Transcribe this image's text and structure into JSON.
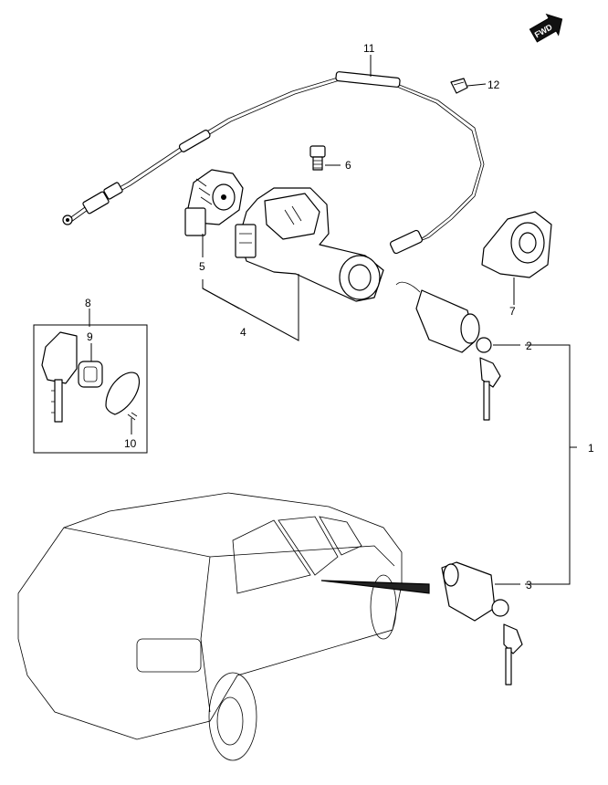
{
  "diagram": {
    "fwd_badge": "FWD",
    "callouts": [
      {
        "id": "1",
        "label": "1"
      },
      {
        "id": "2",
        "label": "2"
      },
      {
        "id": "3",
        "label": "3"
      },
      {
        "id": "4",
        "label": "4"
      },
      {
        "id": "5",
        "label": "5"
      },
      {
        "id": "6",
        "label": "6"
      },
      {
        "id": "7",
        "label": "7"
      },
      {
        "id": "8",
        "label": "8"
      },
      {
        "id": "9",
        "label": "9"
      },
      {
        "id": "10",
        "label": "10"
      },
      {
        "id": "11",
        "label": "11"
      },
      {
        "id": "12",
        "label": "12"
      }
    ]
  }
}
